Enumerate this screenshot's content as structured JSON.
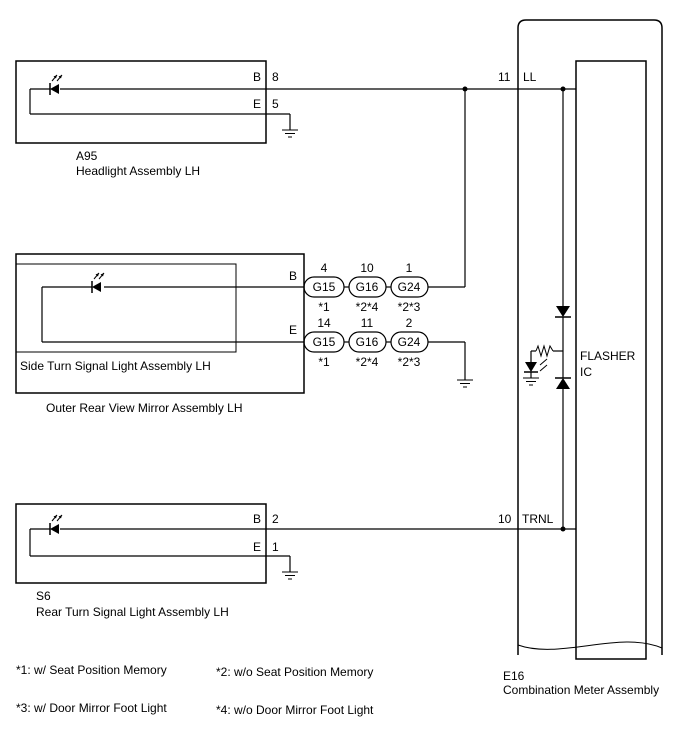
{
  "headlight": {
    "code": "A95",
    "name": "Headlight Assembly LH",
    "pin_b_label": "B",
    "pin_b_num": "8",
    "pin_e_label": "E",
    "pin_e_num": "5"
  },
  "mirror": {
    "outer_name": "Outer Rear View Mirror Assembly LH",
    "inner_name": "Side Turn Signal Light Assembly LH",
    "pin_b_label": "B",
    "pin_e_label": "E"
  },
  "connectors": {
    "top": [
      {
        "pin": "4",
        "code": "G15",
        "note": "*1"
      },
      {
        "pin": "10",
        "code": "G16",
        "note": "*2*4"
      },
      {
        "pin": "1",
        "code": "G24",
        "note": "*2*3"
      }
    ],
    "bottom": [
      {
        "pin": "14",
        "code": "G15",
        "note": "*1"
      },
      {
        "pin": "11",
        "code": "G16",
        "note": "*2*4"
      },
      {
        "pin": "2",
        "code": "G24",
        "note": "*2*3"
      }
    ]
  },
  "rear": {
    "code": "S6",
    "name": "Rear Turn Signal Light Assembly LH",
    "pin_b_label": "B",
    "pin_b_num": "2",
    "pin_e_label": "E",
    "pin_e_num": "1"
  },
  "meter": {
    "code": "E16",
    "name": "Combination Meter Assembly",
    "pin_ll_num": "11",
    "pin_ll_label": "LL",
    "pin_trnl_num": "10",
    "pin_trnl_label": "TRNL",
    "flasher_line1": "FLASHER",
    "flasher_line2": "IC"
  },
  "footnotes": {
    "n1": "*1: w/ Seat Position Memory",
    "n2": "*2: w/o Seat Position Memory",
    "n3": "*3: w/ Door Mirror Foot Light",
    "n4": "*4: w/o Door Mirror Foot Light"
  }
}
